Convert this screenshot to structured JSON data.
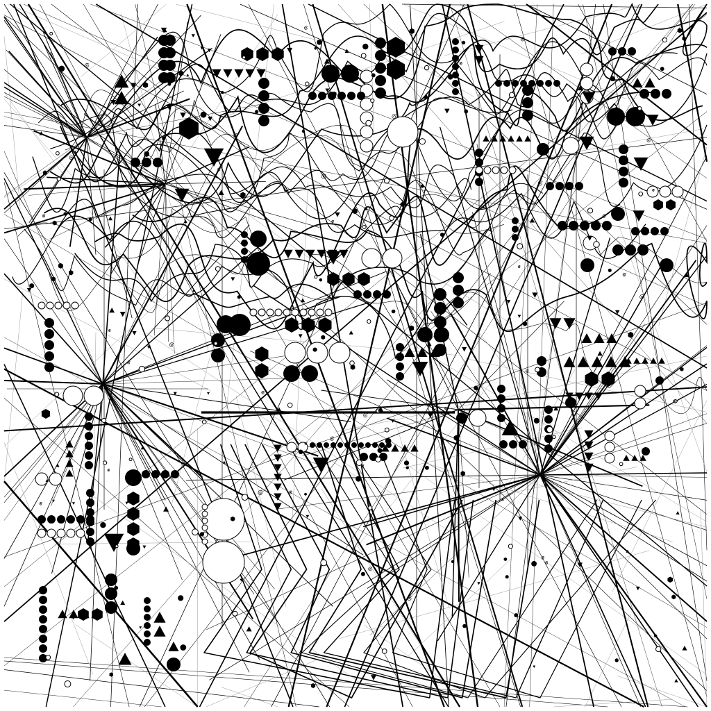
{
  "artwork": {
    "kind": "generative line-and-shape composition",
    "colors": {
      "background": "#ffffff",
      "ink": "#000000"
    },
    "shape_vocabulary": [
      "filled-circle",
      "outlined-circle",
      "filled-hexagon",
      "triangle-up",
      "triangle-down",
      "spiral",
      "straight-line",
      "curved-line"
    ]
  }
}
